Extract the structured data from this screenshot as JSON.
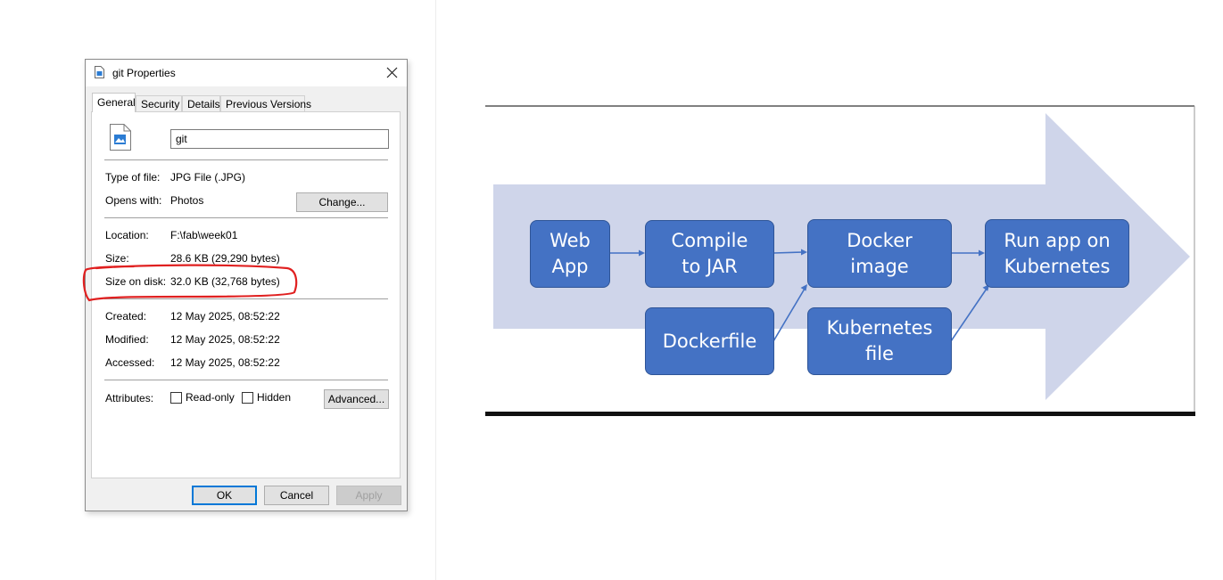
{
  "dialog": {
    "title": "git Properties",
    "tabs": [
      {
        "label": "General",
        "active": true
      },
      {
        "label": "Security",
        "active": false
      },
      {
        "label": "Details",
        "active": false
      },
      {
        "label": "Previous Versions",
        "active": false
      }
    ],
    "file_name": "git",
    "rows": {
      "type": {
        "label": "Type of file:",
        "value": "JPG File (.JPG)"
      },
      "opens": {
        "label": "Opens with:",
        "value": "Photos",
        "button": "Change..."
      },
      "location": {
        "label": "Location:",
        "value": "F:\\fab\\week01"
      },
      "size": {
        "label": "Size:",
        "value": "28.6 KB (29,290 bytes)"
      },
      "size_on_disk": {
        "label": "Size on disk:",
        "value": "32.0 KB (32,768 bytes)"
      },
      "created": {
        "label": "Created:",
        "value": "12 May 2025, 08:52:22"
      },
      "modified": {
        "label": "Modified:",
        "value": "12 May 2025, 08:52:22"
      },
      "accessed": {
        "label": "Accessed:",
        "value": "12 May 2025, 08:52:22"
      }
    },
    "attributes": {
      "label": "Attributes:",
      "readonly": "Read-only",
      "hidden": "Hidden",
      "advanced_button": "Advanced..."
    },
    "buttons": {
      "ok": "OK",
      "cancel": "Cancel",
      "apply": "Apply"
    },
    "annotation_color": "#e02020"
  },
  "diagram": {
    "arrow_color": "#cfd5ea",
    "box_color": "#4472c4",
    "nodes": {
      "web_app": {
        "line1": "Web",
        "line2": "App"
      },
      "compile": {
        "line1": "Compile",
        "line2": "to JAR"
      },
      "docker_image": {
        "line1": "Docker",
        "line2": "image"
      },
      "run_app": {
        "line1": "Run app on",
        "line2": "Kubernetes"
      },
      "dockerfile": {
        "line1": "Dockerfile"
      },
      "k8s_file": {
        "line1": "Kubernetes",
        "line2": "file"
      }
    }
  }
}
